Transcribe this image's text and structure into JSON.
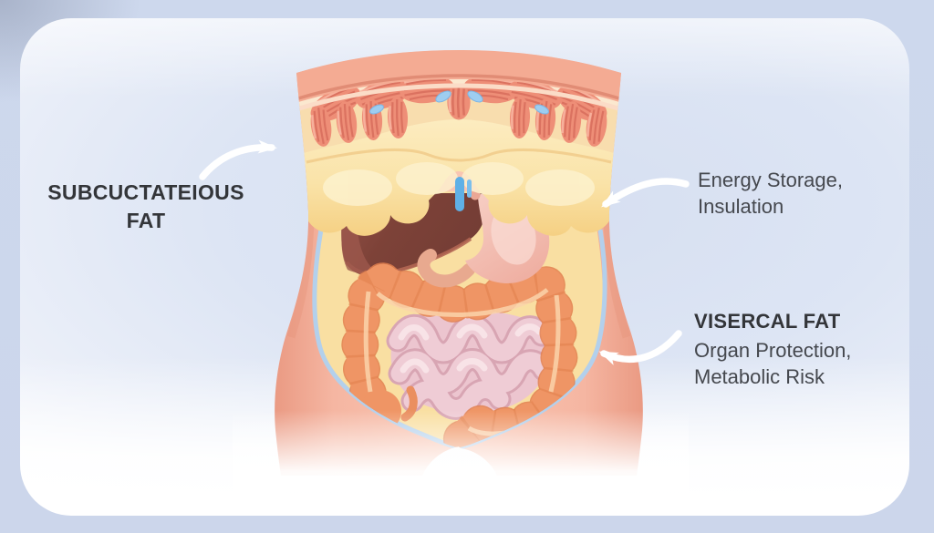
{
  "background": {
    "outer_color": "#ccd7ec",
    "panel_color": "#ffffff",
    "panel_tint": "#dde5f4"
  },
  "labels": {
    "subcutaneous": {
      "line1": "SUBCUCTATEIOUS",
      "line2": "FAT"
    },
    "energy_storage": {
      "line1": "Energy Storage,",
      "line2": "Insulation"
    },
    "visceral": {
      "title": "VISERCAL FAT",
      "line1": "Organ Protection,",
      "line2": "Metabolic Risk"
    }
  },
  "text_colors": {
    "bold_label": "#333539",
    "body_label": "#45484e"
  },
  "illustration": {
    "subject": "abdominal-cross-section-fat-types",
    "colors": {
      "skin": "#f6b8a4",
      "skin_edge": "#eb9b84",
      "muscle": "#ee8e77",
      "muscle_striation": "#db7260",
      "subcutaneous_fat": "#f8d994",
      "fat_highlight": "#fdeec6",
      "cavity_fat": "#f9dfa2",
      "liver": "#7d4238",
      "stomach": "#f4c0b4",
      "large_intestine": "#ef9565",
      "small_intestine": "#eecad2",
      "peritoneum_blue": "#b3d0ec",
      "blue_accent": "#5fb0e6",
      "arrow": "#ffffff"
    }
  }
}
